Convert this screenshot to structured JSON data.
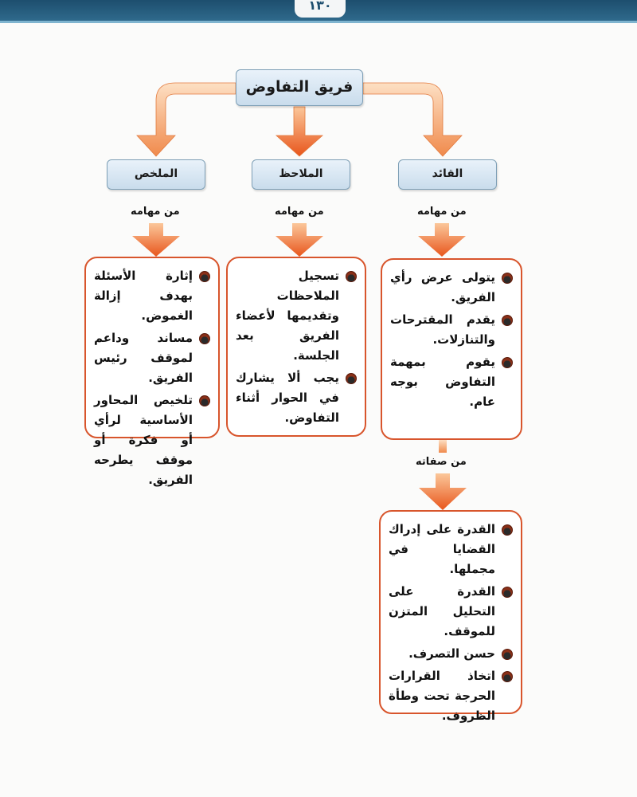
{
  "page_number": "١٣٠",
  "root": {
    "label": "فريق التفاوض"
  },
  "roles": [
    {
      "title": "القائد",
      "tasks_label": "من مهامه",
      "tasks": [
        "يتولى عرض رأي الفريق.",
        "يقدم المقترحات والتنازلات.",
        "يقوم بمهمة التفاوض بوجه عام."
      ],
      "traits_label": "من صفاته",
      "traits": [
        "القدرة على إدراك القضايا في مجملها.",
        "القدرة على التحليل المتزن للموقف.",
        "حسن التصرف.",
        "اتخاذ القرارات الحرجة تحت وطأة الظروف."
      ]
    },
    {
      "title": "الملاحظ",
      "tasks_label": "من مهامه",
      "tasks": [
        "تسجيل الملاحظات وتقديمها لأعضاء الفريق بعد الجلسة.",
        "يجب ألا يشارك في الحوار أثناء التفاوض."
      ]
    },
    {
      "title": "الملخص",
      "tasks_label": "من مهامه",
      "tasks": [
        "إثارة الأسئلة بهدف إزالة الغموض.",
        "مساند وداعم لموقف رئيس الفريق.",
        "تلخيص المحاور الأساسية لرأي أو فكرة أو موقف يطرحه الفريق."
      ]
    }
  ],
  "colors": {
    "arrow_light": "#fbc79a",
    "arrow_dark": "#e8561c",
    "card_border": "#d8552c",
    "box_fill": "#d6e6f3",
    "header_bar": "#1d4e6e"
  }
}
